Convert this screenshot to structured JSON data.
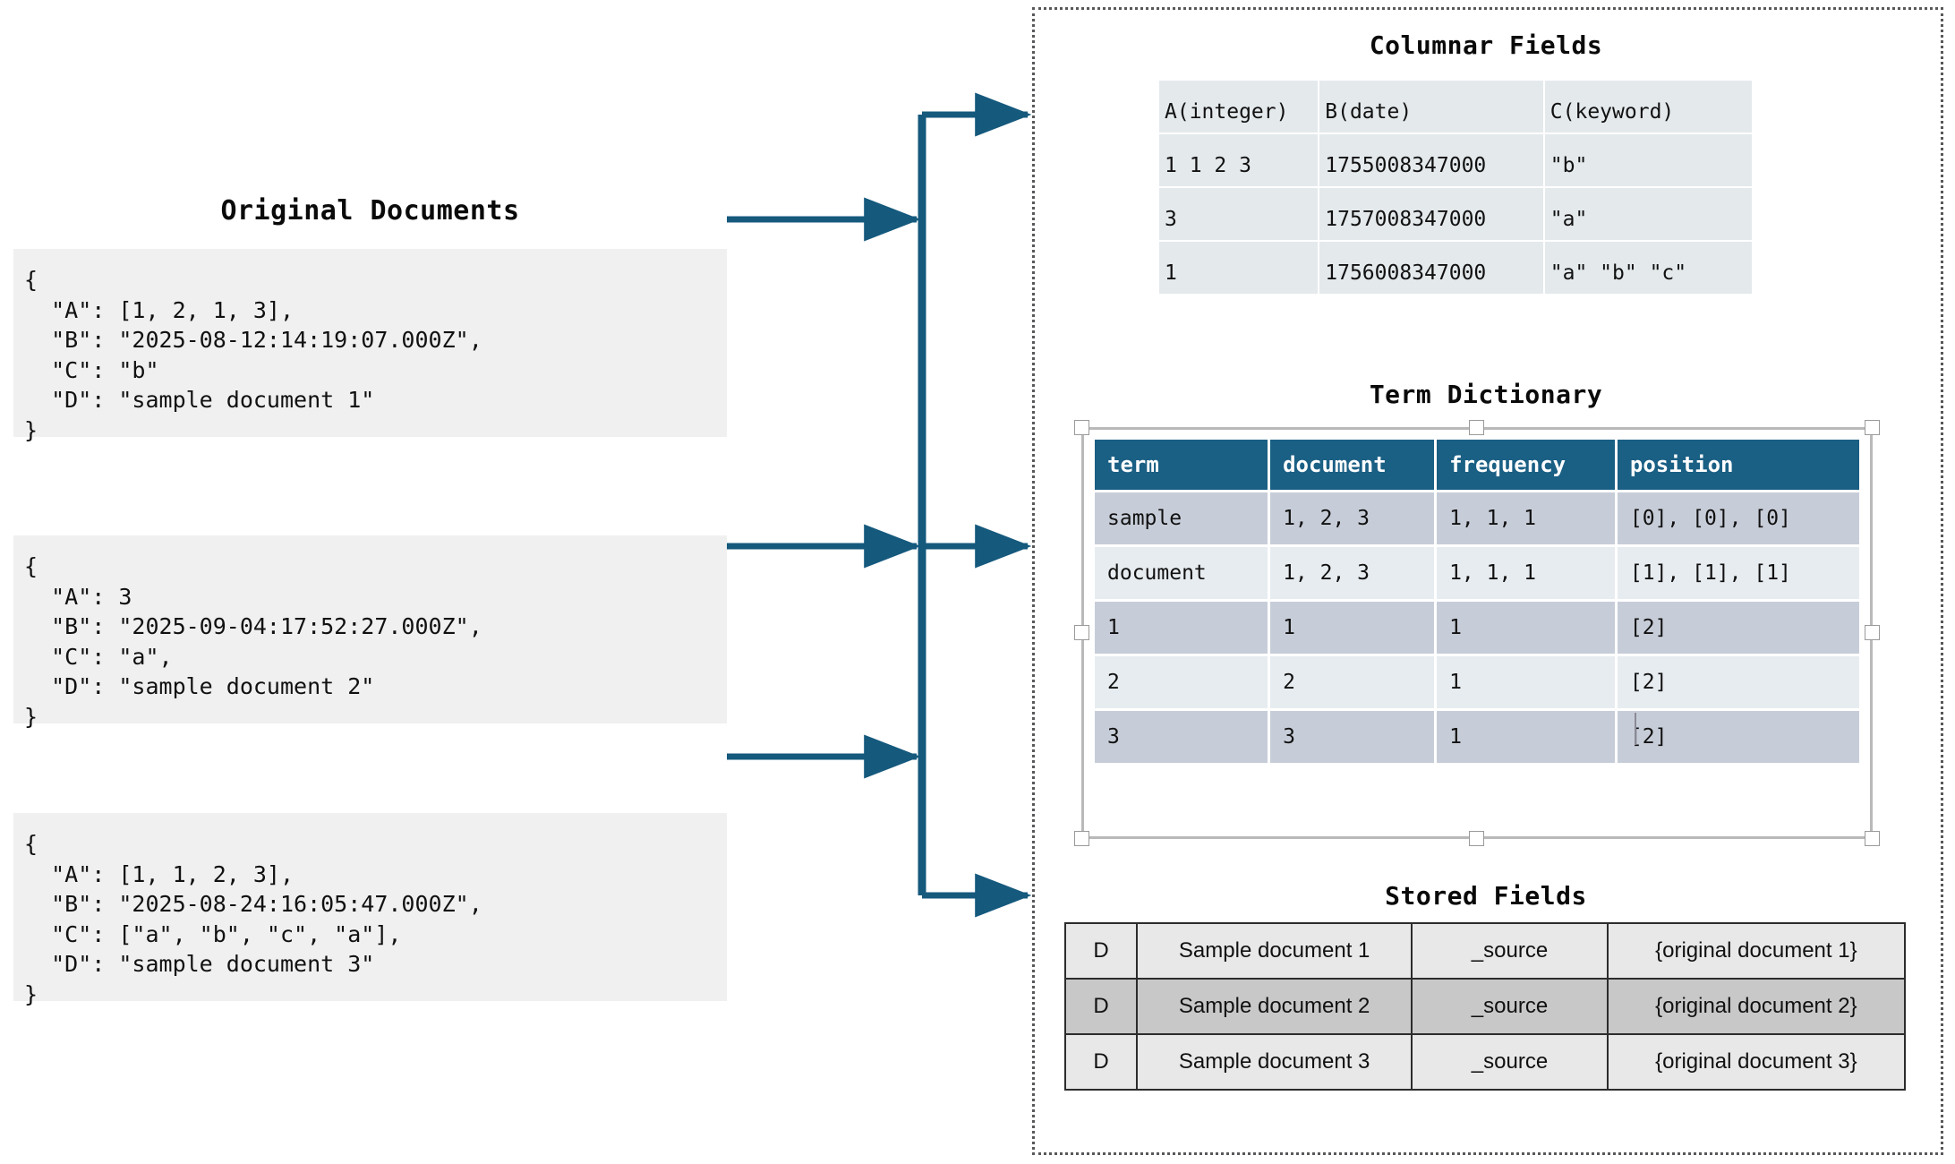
{
  "left": {
    "title": "Original Documents",
    "documents": [
      {
        "name": "document-1",
        "lines": [
          "{",
          "  \"A\": [1, 2, 1, 3],",
          "  \"B\": \"2025-08-12:14:19:07.000Z\",",
          "  \"C\": \"b\"",
          "  \"D\": \"sample document 1\"",
          "}"
        ]
      },
      {
        "name": "document-2",
        "lines": [
          "{",
          "  \"A\": 3",
          "  \"B\": \"2025-09-04:17:52:27.000Z\",",
          "  \"C\": \"a\",",
          "  \"D\": \"sample document 2\"",
          "}"
        ]
      },
      {
        "name": "document-3",
        "lines": [
          "{",
          "  \"A\": [1, 1, 2, 3],",
          "  \"B\": \"2025-08-24:16:05:47.000Z\",",
          "  \"C\": [\"a\", \"b\", \"c\", \"a\"],",
          "  \"D\": \"sample document 3\"",
          "}"
        ]
      }
    ]
  },
  "columnar": {
    "title": "Columnar Fields",
    "headers": [
      "A(integer)",
      "B(date)",
      "C(keyword)"
    ],
    "rows": [
      [
        "1 1 2 3",
        "1755008347000",
        "\"b\""
      ],
      [
        "3",
        "1757008347000",
        "\"a\""
      ],
      [
        "1",
        "1756008347000",
        "\"a\" \"b\" \"c\""
      ]
    ]
  },
  "term_dictionary": {
    "title": "Term Dictionary",
    "headers": [
      "term",
      "document",
      "frequency",
      "position"
    ],
    "rows": [
      [
        "sample",
        "1, 2, 3",
        "1, 1, 1",
        "[0], [0], [0]"
      ],
      [
        "document",
        "1, 2, 3",
        "1, 1, 1",
        "[1], [1], [1]"
      ],
      [
        "1",
        "1",
        "1",
        "[2]"
      ],
      [
        "2",
        "2",
        "1",
        "[2]"
      ],
      [
        "3",
        "3",
        "1",
        "[2]"
      ]
    ]
  },
  "stored_fields": {
    "title": "Stored Fields",
    "rows": [
      [
        "D",
        "Sample document 1",
        "_source",
        "{original document 1}"
      ],
      [
        "D",
        "Sample document 2",
        "_source",
        "{original document 2}"
      ],
      [
        "D",
        "Sample document 3",
        "_source",
        "{original document 3}"
      ]
    ]
  },
  "colors": {
    "arrow": "#15597d",
    "header_fill": "#1a5f84",
    "doc_box_fill": "#f0f0f0",
    "columnar_cell_fill": "#e4e9ec",
    "row_dark": "#c7cdd8",
    "row_light": "#e7ecf0",
    "stored_light": "#e8e8e8",
    "stored_dark": "#c8c8c8",
    "container_border": "#58585a"
  }
}
